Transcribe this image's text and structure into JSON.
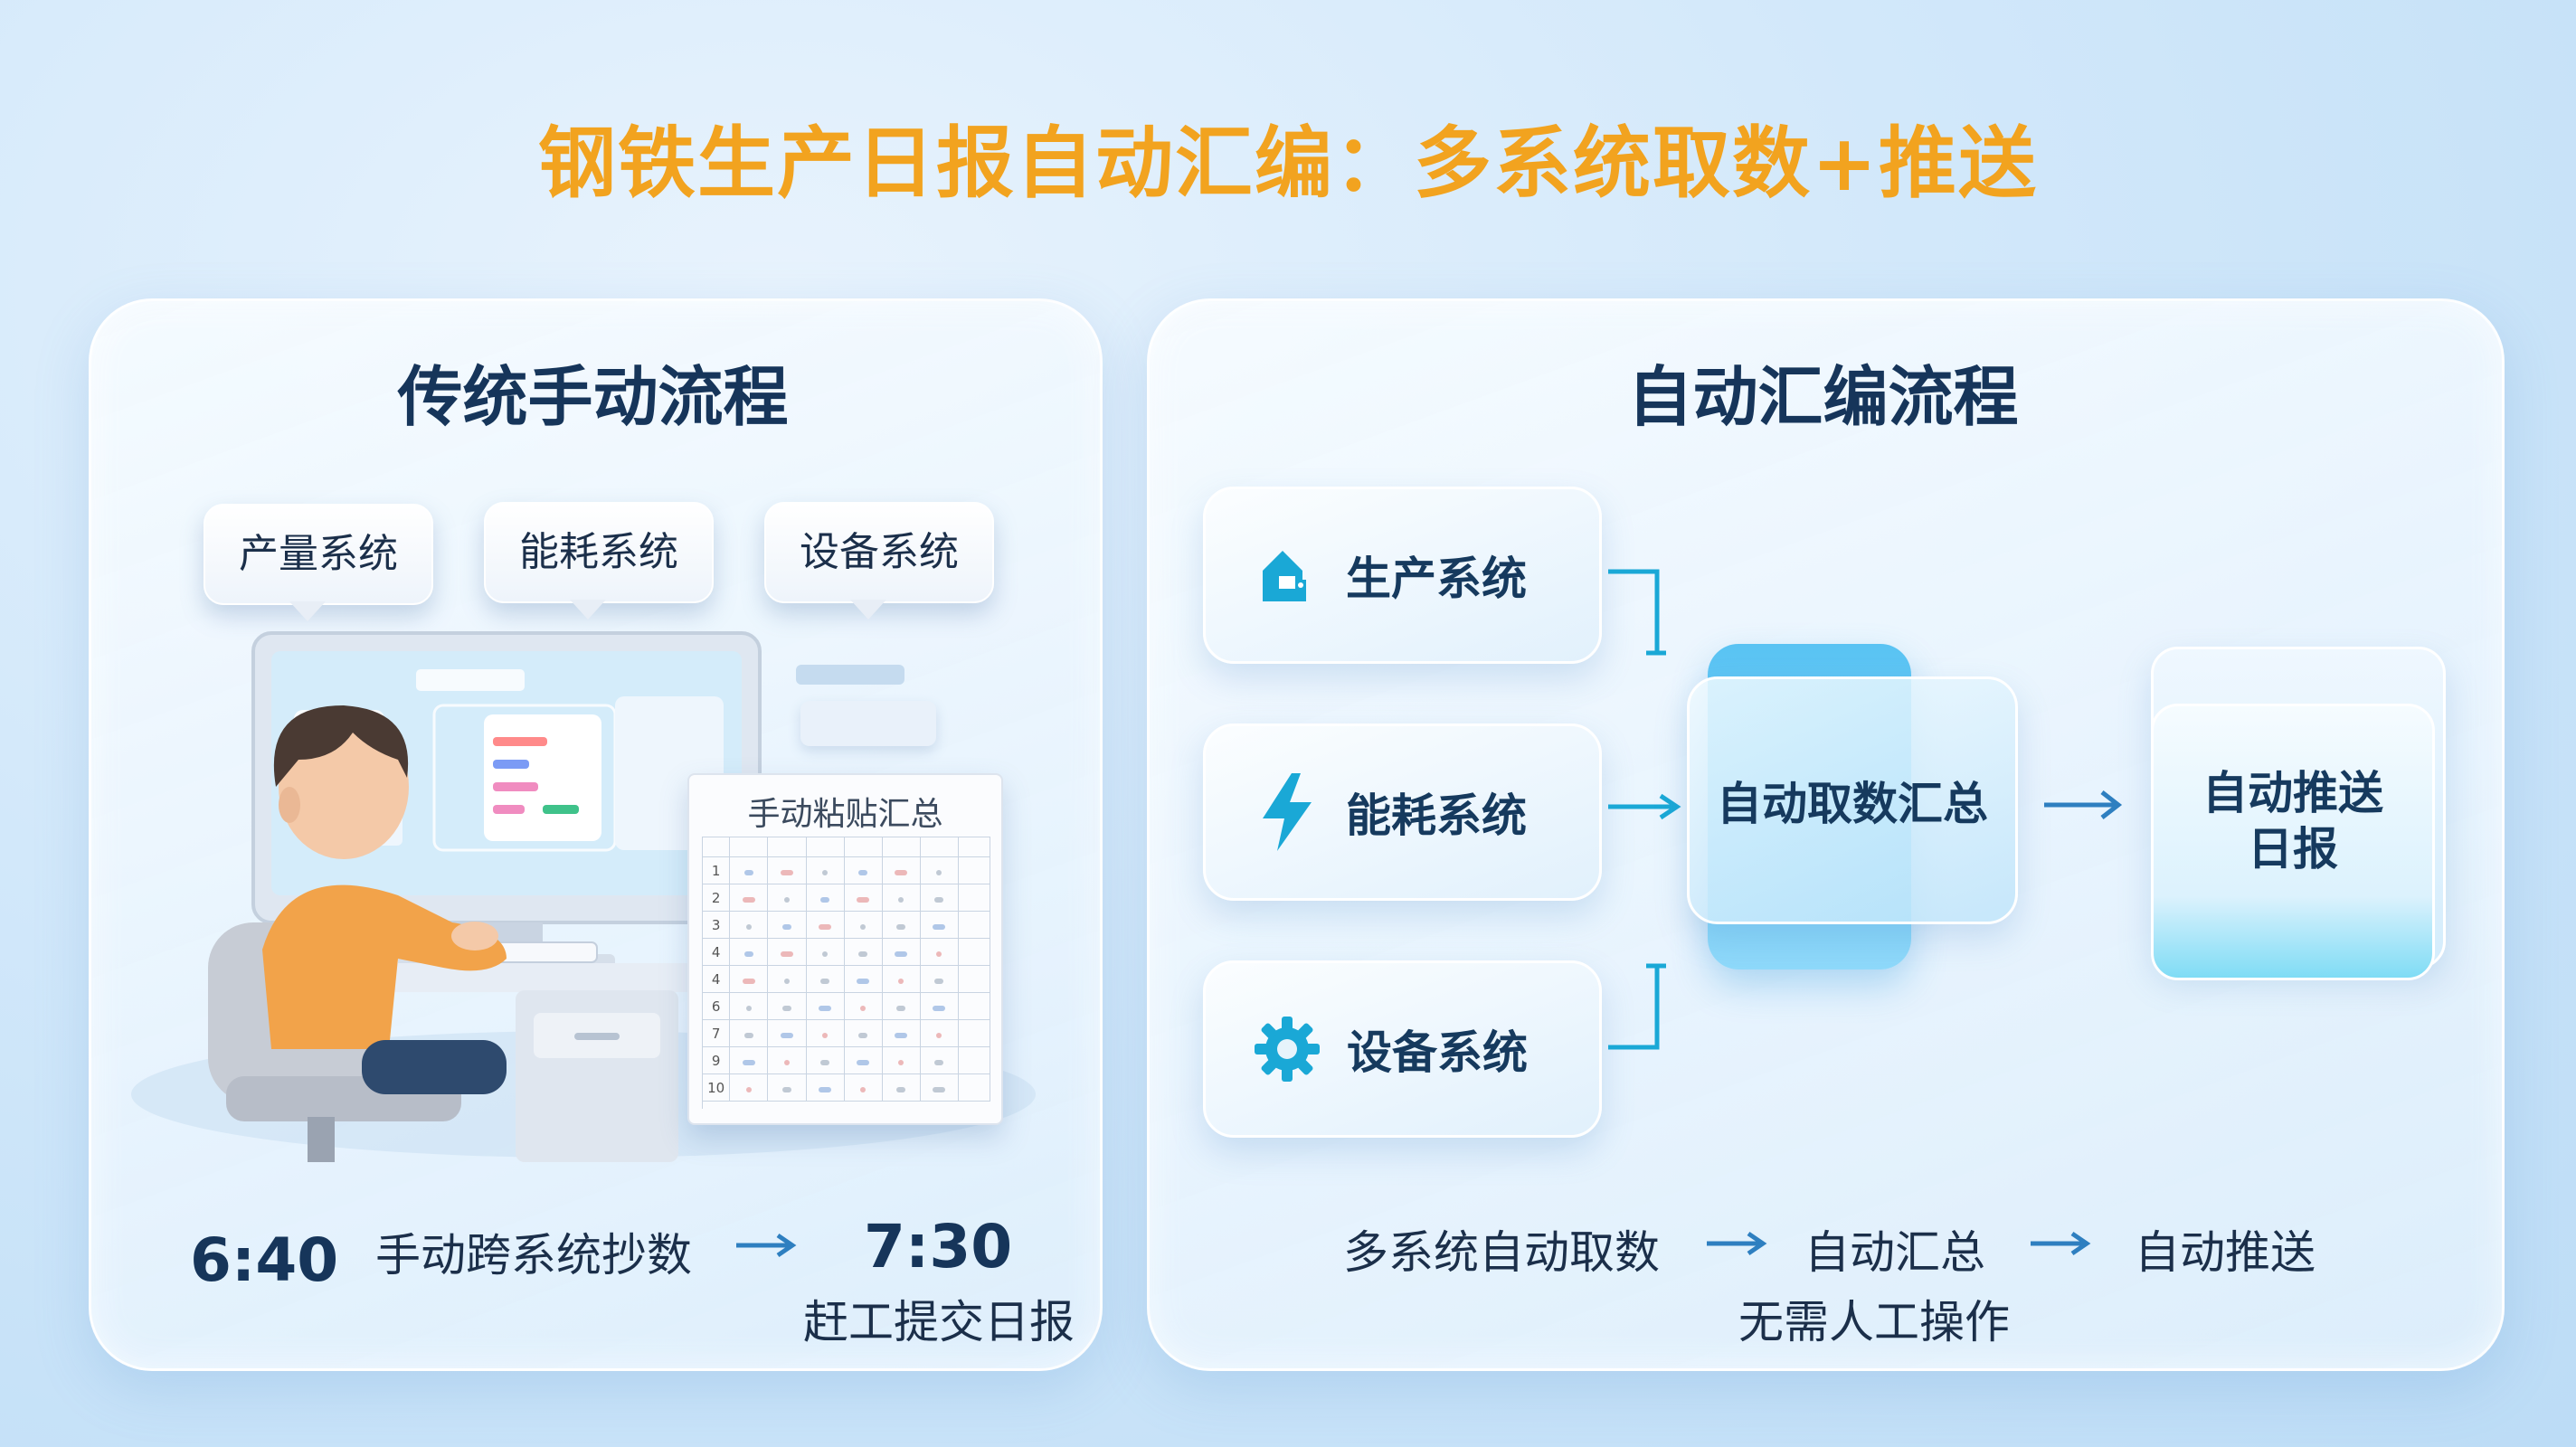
{
  "title": "钢铁生产日报自动汇编：多系统取数+推送",
  "left": {
    "heading": "传统手动流程",
    "systems": [
      "产量系统",
      "能耗系统",
      "设备系统"
    ],
    "sheet_title": "手动粘贴汇总",
    "sheet_rows": [
      "1",
      "2",
      "3",
      "4",
      "4",
      "6",
      "7",
      "9",
      "10"
    ],
    "start_time": "6:40",
    "step_label": "手动跨系统抄数",
    "end_time": "7:30",
    "end_caption": "赶工提交日报"
  },
  "right": {
    "heading": "自动汇编流程",
    "sources": [
      {
        "label": "生产系统",
        "icon": "factory-icon"
      },
      {
        "label": "能耗系统",
        "icon": "lightning-icon"
      },
      {
        "label": "设备系统",
        "icon": "gear-icon"
      }
    ],
    "hub_label": "自动取数汇总",
    "output_label": "自动推送日报",
    "flow": [
      "多系统自动取数",
      "自动汇总",
      "自动推送"
    ],
    "flow_note": "无需人工操作"
  },
  "colors": {
    "title": "#f2a31f",
    "heading": "#16355a",
    "accent_cyan": "#1aa8d6",
    "arrow": "#2e7fc0"
  }
}
